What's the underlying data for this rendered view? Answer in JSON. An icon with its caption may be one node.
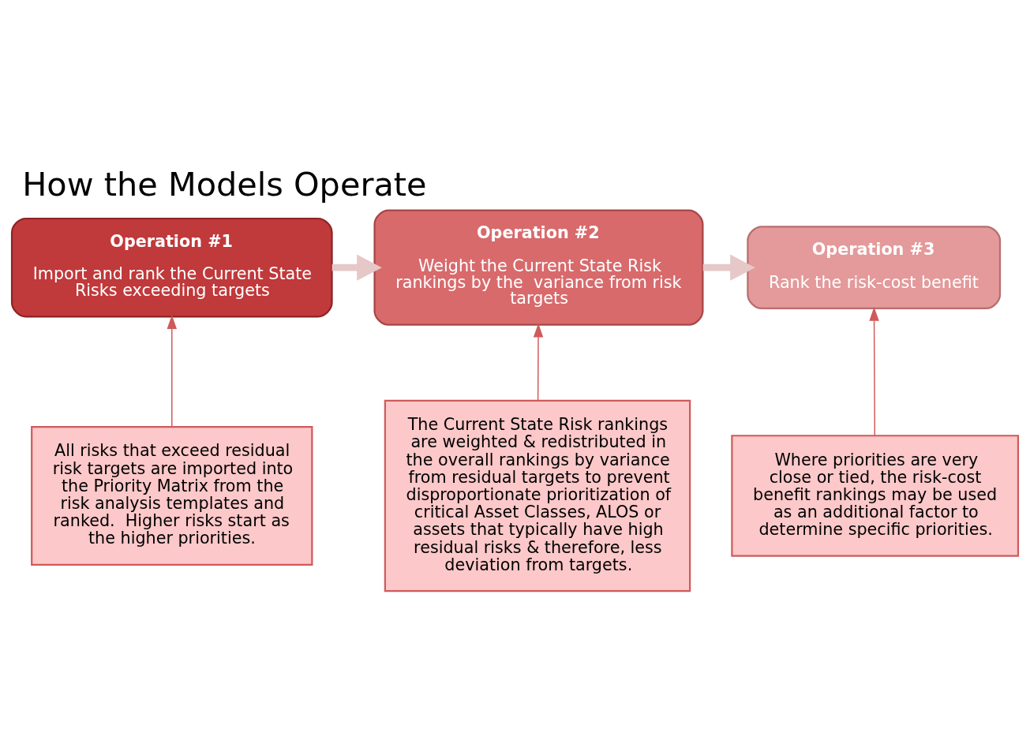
{
  "diagram": {
    "title": "How the Models Operate",
    "nodes": [
      {
        "text": [
          "Operation #1",
          "Import and rank the Current State Risks exceeding targets"
        ]
      },
      {
        "text": [
          "Operation #2",
          "Weight the Current State Risk rankings by the  variance from risk targets"
        ]
      },
      {
        "text": [
          "Operation #3",
          "Rank the risk-cost benefit"
        ]
      },
      {
        "text": [
          "All risks that exceed residual risk targets are imported into the Priority Matrix from the risk analysis templates and ranked.  Higher risks start as the higher priorities."
        ]
      },
      {
        "text": [
          "The Current State Risk rankings are weighted & redistributed in the overall rankings by variance from residual targets to prevent disproportionate prioritization of critical Asset Classes, ALOS or assets that typically have high residual risks & therefore, less deviation from targets."
        ]
      },
      {
        "text": [
          "Where priorities are very close or tied, the risk-cost benefit rankings may be used as an additional factor to determine specific priorities."
        ]
      }
    ],
    "edges": [
      {
        "from": 0,
        "to": 1,
        "arrow": "to",
        "style": "thick",
        "color": "#e6c8c9"
      },
      {
        "from": 1,
        "to": 2,
        "arrow": "to",
        "style": "thick",
        "color": "#e6c8c9"
      },
      {
        "from": 3,
        "to": 0,
        "arrow": "to"
      },
      {
        "from": 4,
        "to": 1,
        "arrow": "to"
      },
      {
        "from": 5,
        "to": 2,
        "arrow": "to"
      }
    ]
  }
}
